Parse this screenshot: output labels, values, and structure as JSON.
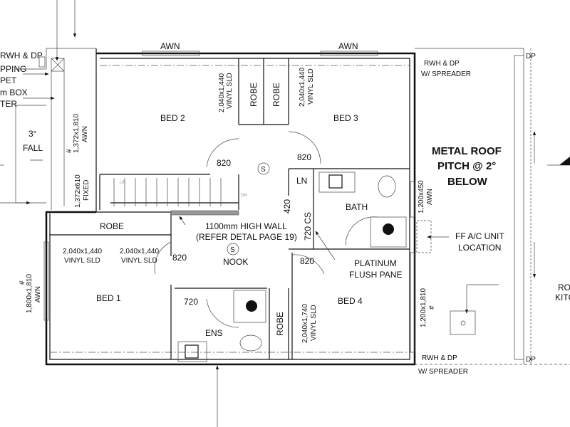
{
  "labels": {
    "awn_top_left": "AWN",
    "awn_top_right": "AWN",
    "left_notes": [
      "RWH & DP",
      "PPING",
      "PET",
      "m BOX",
      "TER"
    ],
    "fall_degrees": "3°",
    "fall": "FALL",
    "left_window_hash": "#",
    "left_window_size": "1,372x1,810",
    "left_window_type": "AWN",
    "fixed_window_size": "1,372x610",
    "fixed_window_type": "FIXED",
    "bed2": "BED 2",
    "bed3": "BED 3",
    "robe_bed2": "ROBE",
    "robe_bed3": "ROBE",
    "robe_bed2_door_size": "2,040x1,440",
    "robe_bed2_door_type": "VINYL SLD",
    "robe_bed3_door_size": "2,040x1,440",
    "robe_bed3_door_type": "VINYL SLD",
    "door_bed2": "820",
    "door_bed3": "820",
    "smoke_top": "S",
    "linen": "LN",
    "bath": "BATH",
    "door_ln": "420",
    "door_bath": "720 CS",
    "high_wall_1": "1100mm HIGH WALL",
    "high_wall_2": "(REFER DETAL PAGE 19)",
    "robe_bed1": "ROBE",
    "robe_bed1_door1_size": "2,040x1,440",
    "robe_bed1_door1_type": "VINYL SLD",
    "robe_bed1_door2_size": "2,040x1,440",
    "robe_bed1_door2_type": "VINYL SLD",
    "door_bed1": "820",
    "smoke_nook": "S",
    "nook": "NOOK",
    "door_bed4": "820",
    "platinum_1": "PLATINUM",
    "platinum_2": "FLUSH PANE",
    "bed1": "BED 1",
    "bed1_window_hash": "#",
    "bed1_window_size": "1,800x1,810",
    "bed1_window_type": "AWN",
    "door_ens": "720",
    "ens": "ENS",
    "robe_bed4": "ROBE",
    "robe_bed4_door_size": "2,040x1,740",
    "robe_bed4_door_type": "VINYL SLD",
    "bed4": "BED 4",
    "stair_up": "UP",
    "stair_dn": "DN",
    "rwh_top": "RWH & DP",
    "spreader_top": "W/ SPREADER",
    "dp_top": "DP",
    "metal_roof_1": "METAL ROOF",
    "metal_roof_2": "PITCH @ 2°",
    "metal_roof_3": "BELOW",
    "bath_window_size": "1,200x450",
    "bath_window_type": "AWN",
    "ac_1": "FF A/C UNIT",
    "ac_2": "LOCATION",
    "bed4_window_size": "1,200x1,810",
    "bed4_window_hash": "#",
    "rof_1": "RO",
    "rof_2": "KITC",
    "rwh_bottom": "RWH & DP",
    "spreader_bottom": "W/ SPREADER",
    "dp_bottom": "DP"
  }
}
